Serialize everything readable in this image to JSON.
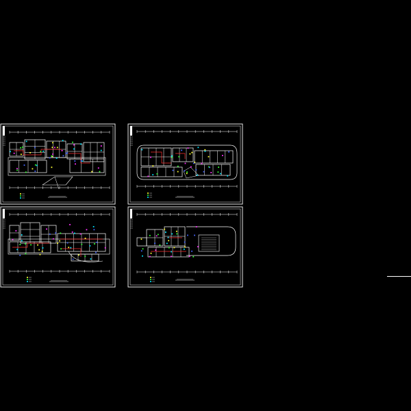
{
  "viewer": {
    "background": "#000000",
    "sheet_count": 4
  },
  "sheets": [
    {
      "id": "sheet-1",
      "frame_color": "#ffffff",
      "variant": "stepped"
    },
    {
      "id": "sheet-2",
      "frame_color": "#ffffff",
      "variant": "rounded"
    },
    {
      "id": "sheet-3",
      "frame_color": "#ffffff",
      "variant": "bay"
    },
    {
      "id": "sheet-4",
      "frame_color": "#ffffff",
      "variant": "rounded-hall"
    }
  ],
  "palette": {
    "frame": "#ffffff",
    "wall": "#ffffff",
    "grid": "#ffffff",
    "circuit": "#ff3030",
    "fixture_cyan": "#00e5ff",
    "fixture_green": "#33ff33",
    "fixture_yellow": "#ffff33",
    "fixture_magenta": "#ff33ff",
    "fixture_blue": "#4466ff"
  }
}
